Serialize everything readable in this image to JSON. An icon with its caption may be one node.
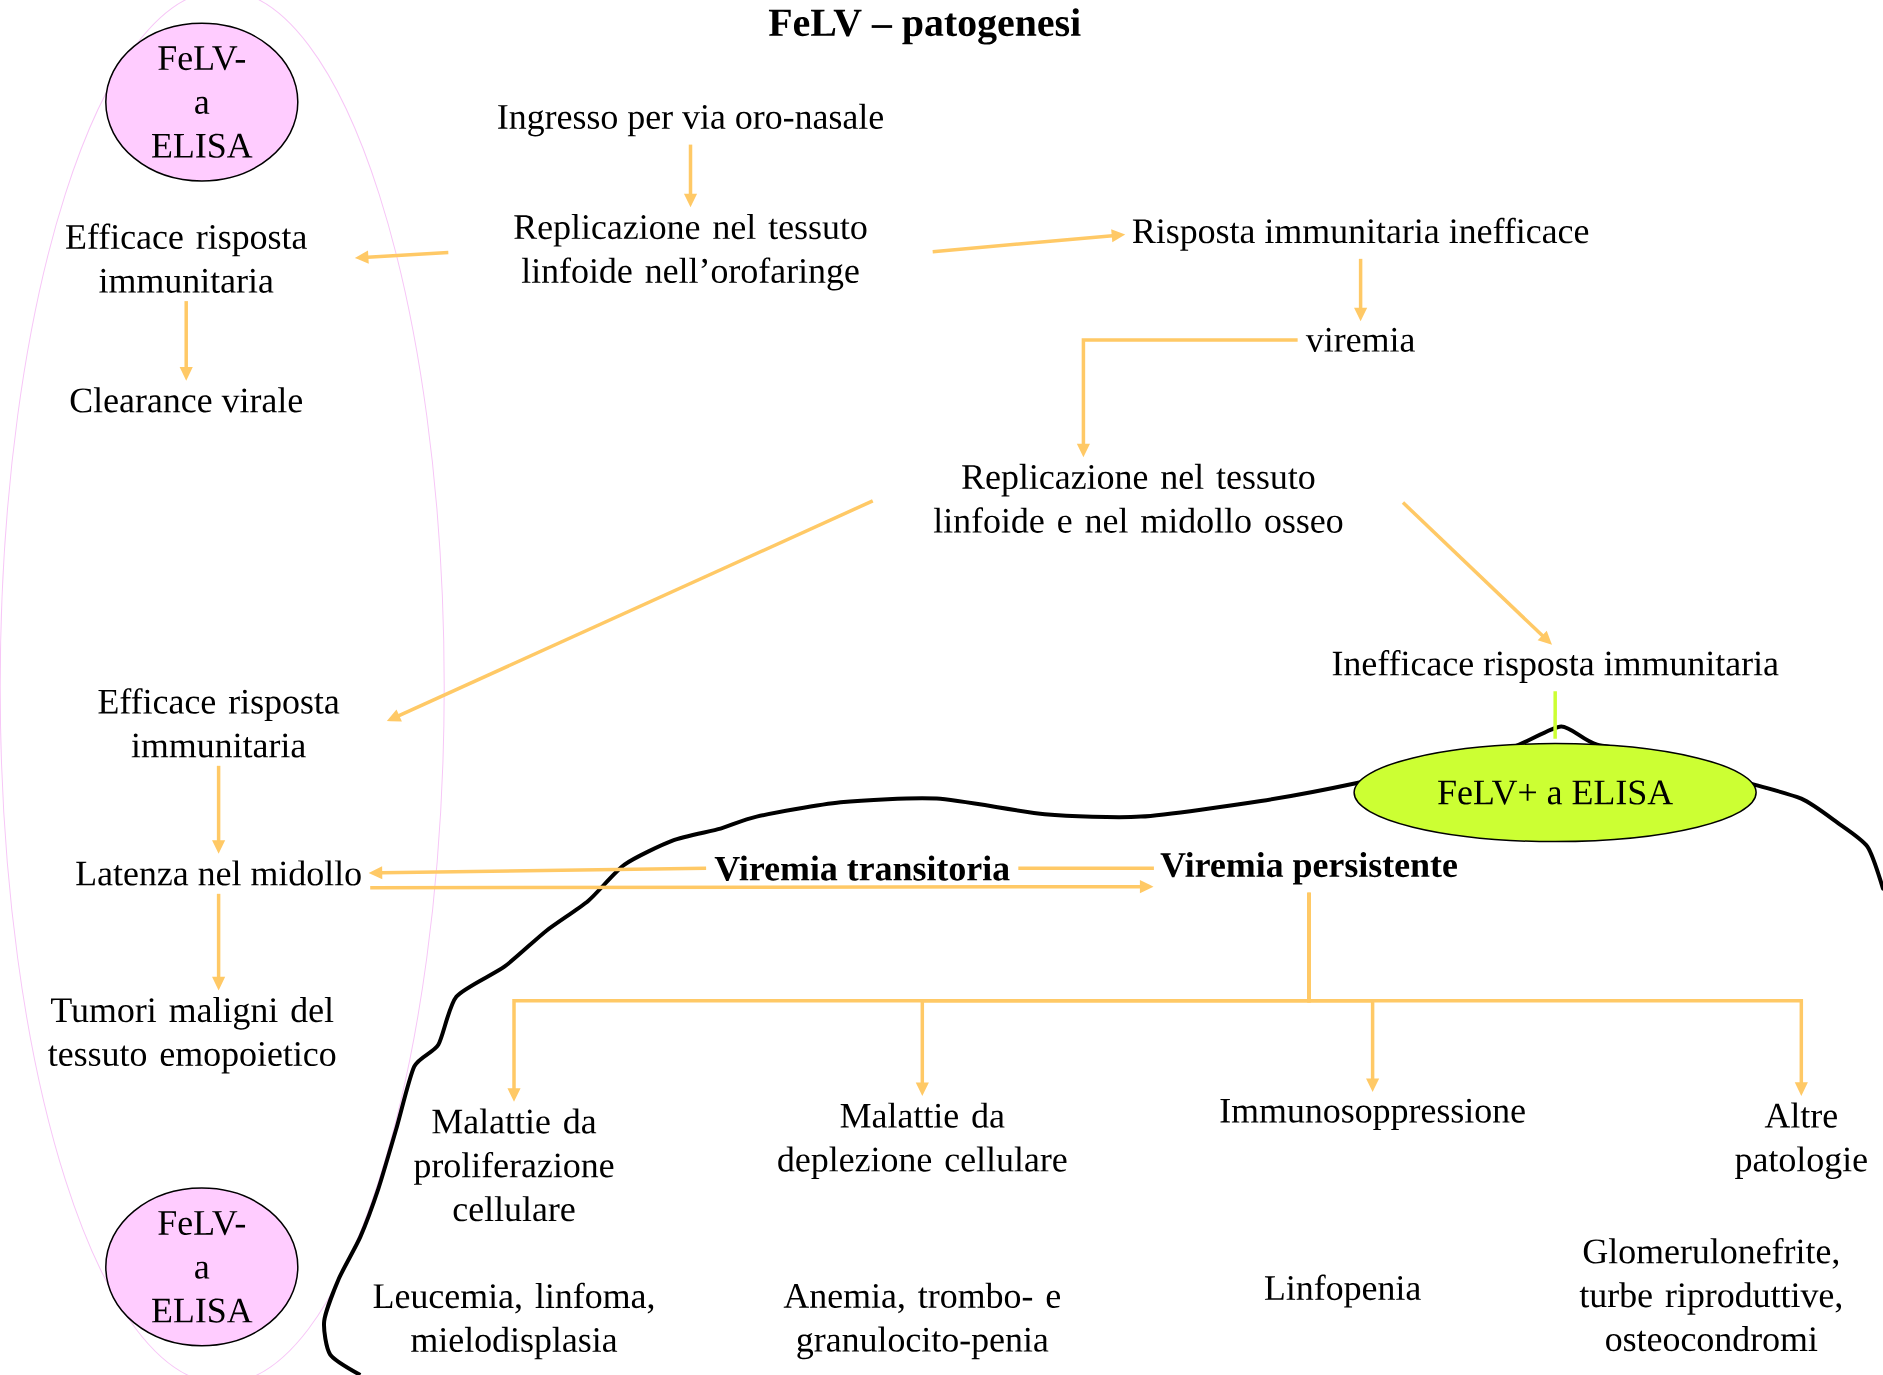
{
  "diagram": {
    "title": "FeLV – patogenesi",
    "nodes": [
      {
        "text": [],
        "shape": "ellipse"
      },
      {
        "text": [
          "FeLV- a ELISA"
        ],
        "in": 0
      },
      {
        "text": [
          "Ingresso per via oro-nasale"
        ]
      },
      {
        "text": [
          "Replicazione nel tessuto linfoide nell’orofaringe"
        ]
      },
      {
        "text": [
          "Efficace risposta immunitaria"
        ],
        "in": 0
      },
      {
        "text": [
          "Risposta immunitaria inefficace"
        ]
      },
      {
        "text": [
          "Clearance virale"
        ],
        "in": 0
      },
      {
        "text": [
          "viremia"
        ]
      },
      {
        "text": [
          "Replicazione nel tessuto linfoide e nel midollo osseo"
        ]
      },
      {
        "text": [
          "Efficace risposta immunitaria"
        ],
        "in": 0
      },
      {
        "text": [
          "Inefficace risposta immunitaria"
        ]
      },
      {
        "text": [
          "FeLV+ a ELISA"
        ],
        "in": 12
      },
      {
        "text": [],
        "shape": "cloud"
      },
      {
        "text": [
          "Latenza nel midollo"
        ],
        "in": 0
      },
      {
        "text": [
          "Viremia transitoria"
        ],
        "in": 12
      },
      {
        "text": [
          "Viremia persistente"
        ],
        "in": 12
      },
      {
        "text": [
          "Tumori maligni del tessuto emopoietico"
        ],
        "in": 0
      },
      {
        "text": [
          "Malattie da proliferazione cellulare"
        ],
        "in": 12
      },
      {
        "text": [
          "Malattie da deplezione cellulare"
        ],
        "in": 12
      },
      {
        "text": [
          "Immunosoppressione"
        ],
        "in": 12
      },
      {
        "text": [
          "Altre patologie"
        ],
        "in": 12
      },
      {
        "text": [
          "FeLV- a ELISA"
        ],
        "in": 0
      },
      {
        "text": [
          "Leucemia, linfoma, mielodisplasia"
        ],
        "in": 12
      },
      {
        "text": [
          "Anemia, trombo- e granulocito-penia"
        ],
        "in": 12
      },
      {
        "text": [
          "Linfopenia"
        ],
        "in": 12
      },
      {
        "text": [
          "Glomerulonefrite, turbe riproduttive, osteocondromi"
        ],
        "in": 12
      }
    ],
    "edges": [
      {
        "from": 2,
        "to": 3,
        "arrow": "to"
      },
      {
        "from": 3,
        "to": 4,
        "arrow": "to"
      },
      {
        "from": 3,
        "to": 5,
        "arrow": "to"
      },
      {
        "from": 4,
        "to": 6,
        "arrow": "to"
      },
      {
        "from": 5,
        "to": 7,
        "arrow": "to"
      },
      {
        "from": 7,
        "to": 8,
        "arrow": "to"
      },
      {
        "from": 8,
        "to": 9,
        "arrow": "to"
      },
      {
        "from": 8,
        "to": 10,
        "arrow": "to"
      },
      {
        "from": 10,
        "to": 11,
        "arrow": "none",
        "color": "#ccff33"
      },
      {
        "from": 9,
        "to": 13,
        "arrow": "to"
      },
      {
        "from": 13,
        "to": 16,
        "arrow": "to"
      },
      {
        "from": 14,
        "to": 13,
        "arrow": "to"
      },
      {
        "from": 14,
        "to": 15,
        "arrow": "none"
      },
      {
        "from": 13,
        "to": 15,
        "arrow": "to"
      },
      {
        "from": 15,
        "to": 17,
        "arrow": "to"
      },
      {
        "from": 15,
        "to": 18,
        "arrow": "to"
      },
      {
        "from": 15,
        "to": 19,
        "arrow": "to"
      },
      {
        "from": 15,
        "to": 20,
        "arrow": "to"
      }
    ]
  }
}
